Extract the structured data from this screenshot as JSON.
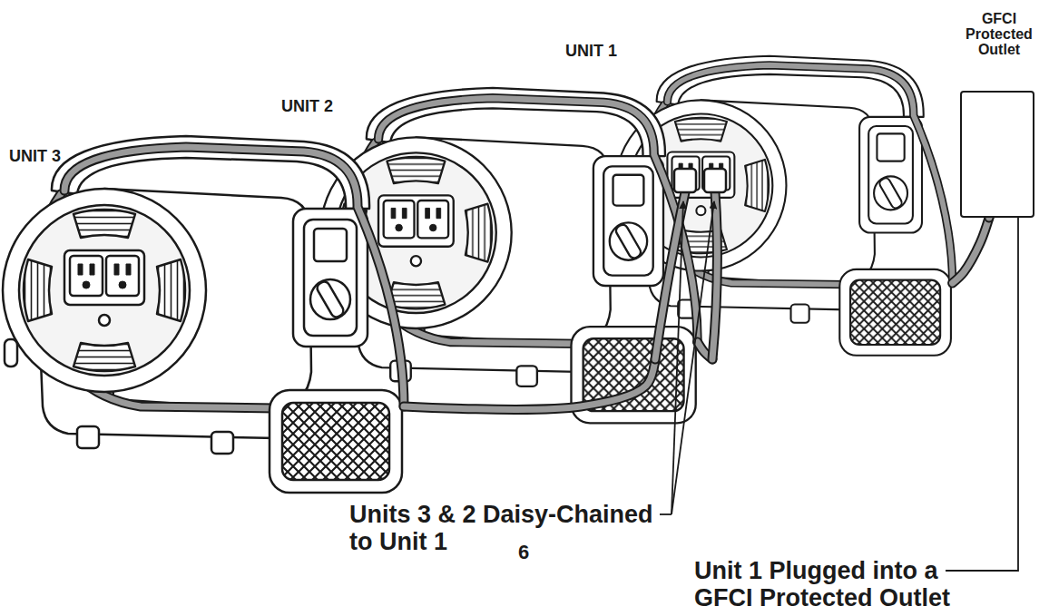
{
  "diagram": {
    "nodes": [
      {
        "text": [
          "UNIT 3"
        ]
      },
      {
        "text": [
          "UNIT 2"
        ]
      },
      {
        "text": [
          "UNIT 1"
        ]
      },
      {
        "text": [
          "GFCI Protected Outlet"
        ]
      }
    ],
    "edges": [
      {
        "from": 0,
        "to": 2,
        "arrow": "none"
      },
      {
        "from": 1,
        "to": 2,
        "arrow": "none"
      },
      {
        "from": 2,
        "to": 3,
        "arrow": "none"
      }
    ],
    "labels": [
      "Units 3 & 2 Daisy-Chained to Unit 1",
      "6",
      "Unit 1 Plugged into a GFCI Protected Outlet"
    ]
  }
}
